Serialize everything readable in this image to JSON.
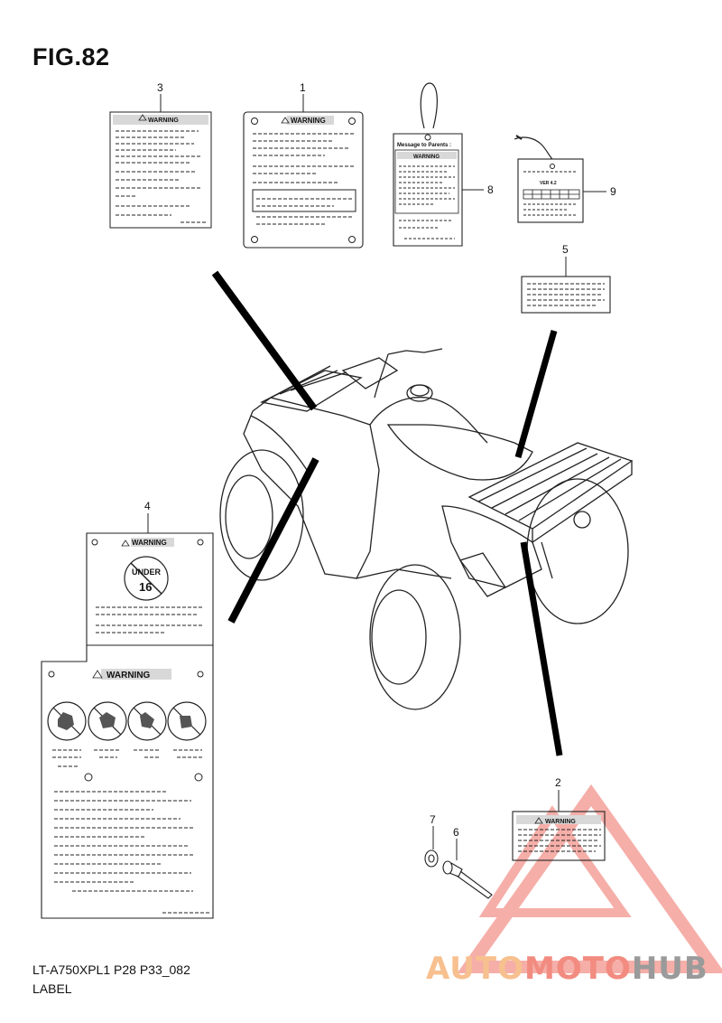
{
  "figure": {
    "title": "FIG.82",
    "model_code": "LT-A750XPL1 P28 P33_082",
    "section_name": "LABEL"
  },
  "callouts": [
    "1",
    "2",
    "3",
    "4",
    "5",
    "6",
    "7",
    "8",
    "9"
  ],
  "labels": {
    "warning_text": "WARNING",
    "parents_message": "Message to Parents :",
    "under_badge_top": "UNDER",
    "under_badge_num": "16",
    "tag9_text": "VER 4.2"
  },
  "watermark": {
    "part1": "AUTO",
    "part2": "MOTO",
    "part3": "HUB",
    "colors": {
      "auto": "#f7c08f",
      "moto": "#f28b80",
      "hub": "#9a9a9a",
      "triangle": "#f4a09a"
    }
  }
}
